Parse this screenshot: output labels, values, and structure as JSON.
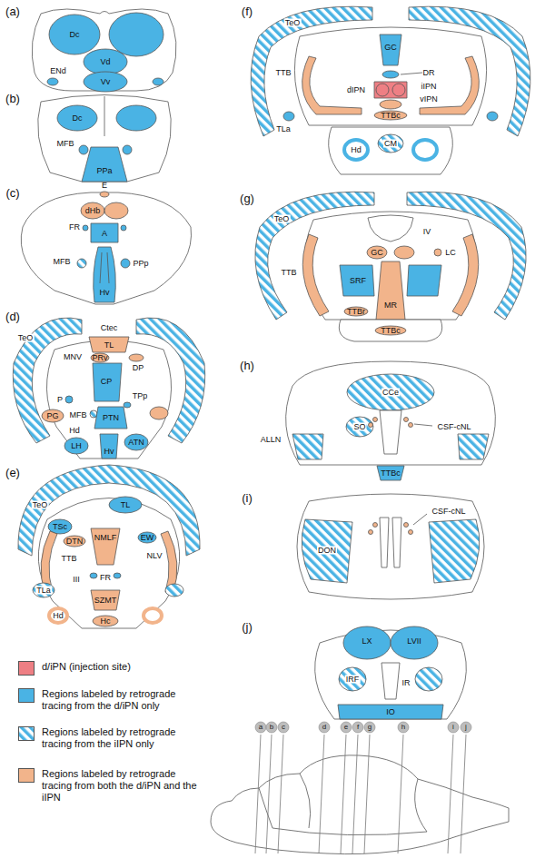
{
  "diagram": {
    "labels": [
      "(a)",
      "Dc",
      "Vd",
      "Vv",
      "ENd",
      "(b)",
      "Dc",
      "MFB",
      "PPa",
      "(c)",
      "E",
      "dHb",
      "FR",
      "A",
      "MFB",
      "PPp",
      "Hv",
      "(d)",
      "TeO",
      "Ctec",
      "TL",
      "MNV",
      "PRv",
      "DP",
      "CP",
      "P",
      "TPp",
      "MFB",
      "PG",
      "PTN",
      "Hd",
      "LH",
      "ATN",
      "Hv",
      "(e)",
      "TeO",
      "TL",
      "TSc",
      "DTN",
      "NMLF",
      "EW",
      "NLV",
      "TTB",
      "III",
      "FR",
      "SZMT",
      "TLa",
      "Hd",
      "Hc",
      "(f)",
      "TeO",
      "TTB",
      "GC",
      "dIPN",
      "DR",
      "iIPN",
      "vIPN",
      "TTBc",
      "TLa",
      "CM",
      "Hd",
      "(g)",
      "TeO",
      "TTB",
      "IV",
      "GC",
      "LC",
      "SRF",
      "MR",
      "TTBr",
      "TTBc",
      "(h)",
      "CCe",
      "CSF-cNL",
      "ALLN",
      "SO",
      "TTBc",
      "(i)",
      "DON",
      "CSF-cNL",
      "(j)",
      "LX",
      "LVII",
      "IRF",
      "IR",
      "IO",
      "a",
      "b",
      "c",
      "d",
      "e",
      "f",
      "g",
      "h",
      "i",
      "j"
    ],
    "legend": [
      {
        "text": "d/iPN (injection site)",
        "color": "#ee7f84"
      },
      {
        "text": "Regions labeled by retrograde tracing from the d/iPN only",
        "color": "#4ab3e4"
      },
      {
        "text": "Regions labeled by retrograde tracing from the iIPN only"
      },
      {
        "text": "Regions labeled by retrograde tracing from both the d/iPN and the iIPN",
        "color": "#f2b48b"
      }
    ]
  }
}
